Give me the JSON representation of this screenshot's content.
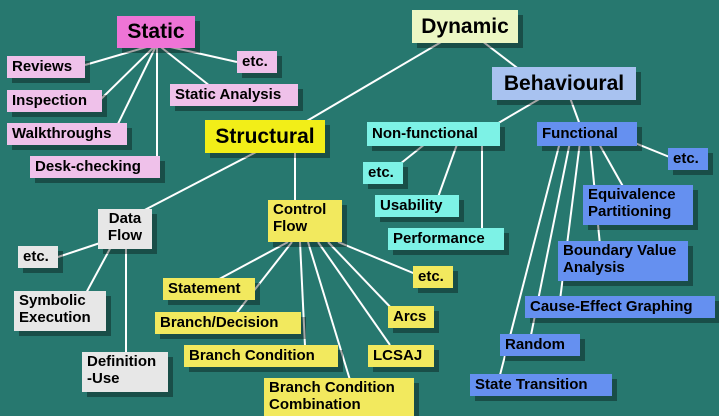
{
  "diagram": {
    "static": "Static",
    "dynamic": "Dynamic",
    "behavioural": "Behavioural",
    "structural": "Structural",
    "reviews": "Reviews",
    "inspection": "Inspection",
    "walkthroughs": "Walkthroughs",
    "desk_checking": "Desk-checking",
    "static_etc": "etc.",
    "static_analysis": "Static Analysis",
    "non_functional": "Non-functional",
    "nf_etc": "etc.",
    "usability": "Usability",
    "performance": "Performance",
    "functional": "Functional",
    "f_etc": "etc.",
    "equivalence_partitioning": "Equivalence Partitioning",
    "boundary_value_analysis": "Boundary Value Analysis",
    "cause_effect_graphing": "Cause-Effect Graphing",
    "random": "Random",
    "state_transition": "State Transition",
    "data_flow": "Data Flow",
    "df_etc": "etc.",
    "symbolic_execution": "Symbolic Execution",
    "definition_use": "Definition -Use",
    "control_flow": "Control Flow",
    "cf_etc": "etc.",
    "statement": "Statement",
    "branch_decision": "Branch/Decision",
    "branch_condition": "Branch Condition",
    "branch_condition_combination": "Branch Condition Combination",
    "arcs": "Arcs",
    "lcsaj": "LCSAJ"
  },
  "colors": {
    "background": "#27786f",
    "static_node": "#ee74d6",
    "static_children": "#efc1ea",
    "dynamic_node": "#ecf7c4",
    "behavioural_node": "#a8c2f0",
    "structural_node": "#f2ee18",
    "structural_children": "#f2e95e",
    "non_functional_nodes": "#7df2e6",
    "functional_nodes": "#6590f0",
    "data_flow_nodes": "#e7e7e7",
    "connector": "#ffffff"
  }
}
